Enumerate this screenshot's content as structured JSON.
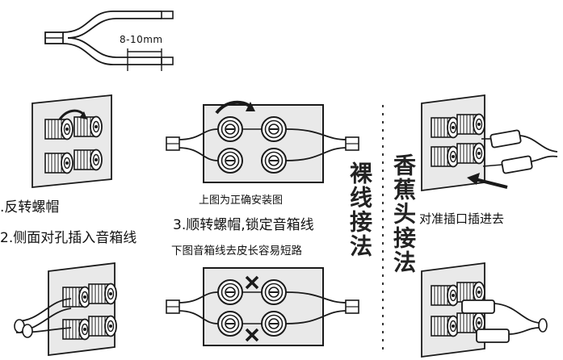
{
  "labels": {
    "dimension": "8-10mm",
    "step1": ".反转螺帽",
    "step2": "2.侧面对孔插入音箱线",
    "correct_caption": "上图为正确安装图",
    "step3": "3.顺转螺帽,锁定音箱线",
    "warning": "下图音箱线去皮长容易短路",
    "bare_wire_title": "裸线接法",
    "banana_title": "香蕉头接法",
    "banana_instruction": "对准插口插进去"
  },
  "icons": {
    "wrong": "cross-mark-icon",
    "rotate": "rotate-arrow-icon",
    "insert": "insert-arrow-icon"
  },
  "colors": {
    "line": "#1a1a1a",
    "plate": "#e9e9e9",
    "post": "#ffffff"
  }
}
